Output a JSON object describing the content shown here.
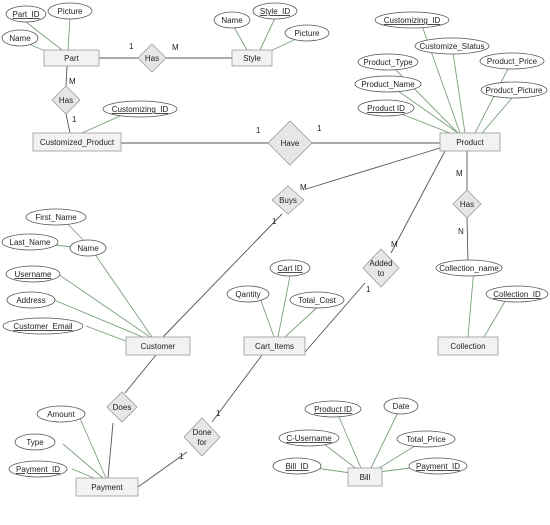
{
  "entities": {
    "part": "Part",
    "style": "Style",
    "product": "Product",
    "customized_product": "Customized_Product",
    "customer": "Customer",
    "cart_items": "Cart_Items",
    "collection": "Collection",
    "payment": "Payment",
    "bill": "Bill"
  },
  "relationships": {
    "has_part_style": "Has",
    "has_part_custom": "Has",
    "have": "Have",
    "buys": "Buys",
    "has_product_collection": "Has",
    "added_to": [
      "Added",
      "to"
    ],
    "does": "Does",
    "done_for": [
      "Done",
      "for"
    ]
  },
  "attributes": {
    "part_id": "Part_ID",
    "part_picture": "Picture",
    "part_name": "Name",
    "style_name": "Name",
    "style_id": "Style_ID",
    "style_picture": "Picture",
    "customizing_id_cp": "Customizing_ID",
    "customizing_id_p": "Customizing_ID",
    "customize_status": "Customize_Status",
    "product_type": "Product_Type",
    "product_price": "Product_Price",
    "product_name": "Product_Name",
    "product_picture": "Product_Picture",
    "product_id": "Product ID",
    "first_name": "First_Name",
    "last_name": "Last_Name",
    "name": "Name",
    "username": "Username",
    "address": "Address",
    "customer_email": "Customer_Email",
    "cart_id": "Cart ID",
    "quantity": "Qantity",
    "total_cost": "Total_Cost",
    "collection_name": "Collection_name",
    "collection_id": "Collection_ID",
    "amount": "Amount",
    "type": "Type",
    "payment_id": "Payment_ID",
    "bill_product_id": "Product ID",
    "date": "Date",
    "c_username": "C-Username",
    "total_price": "Total_Price",
    "bill_id": "Bill_ID",
    "bill_payment_id": "Payment_ID"
  },
  "cardinalities": {
    "part_has_style_1": "1",
    "part_has_style_m": "M",
    "part_has_custom_m": "M",
    "part_has_custom_1": "1",
    "have_1_left": "1",
    "have_1_right": "1",
    "buys_m": "M",
    "buys_1": "1",
    "product_has_m": "M",
    "product_has_n": "N",
    "added_m": "M",
    "added_1": "1",
    "done_1_top": "1",
    "done_1_bottom": "1"
  }
}
